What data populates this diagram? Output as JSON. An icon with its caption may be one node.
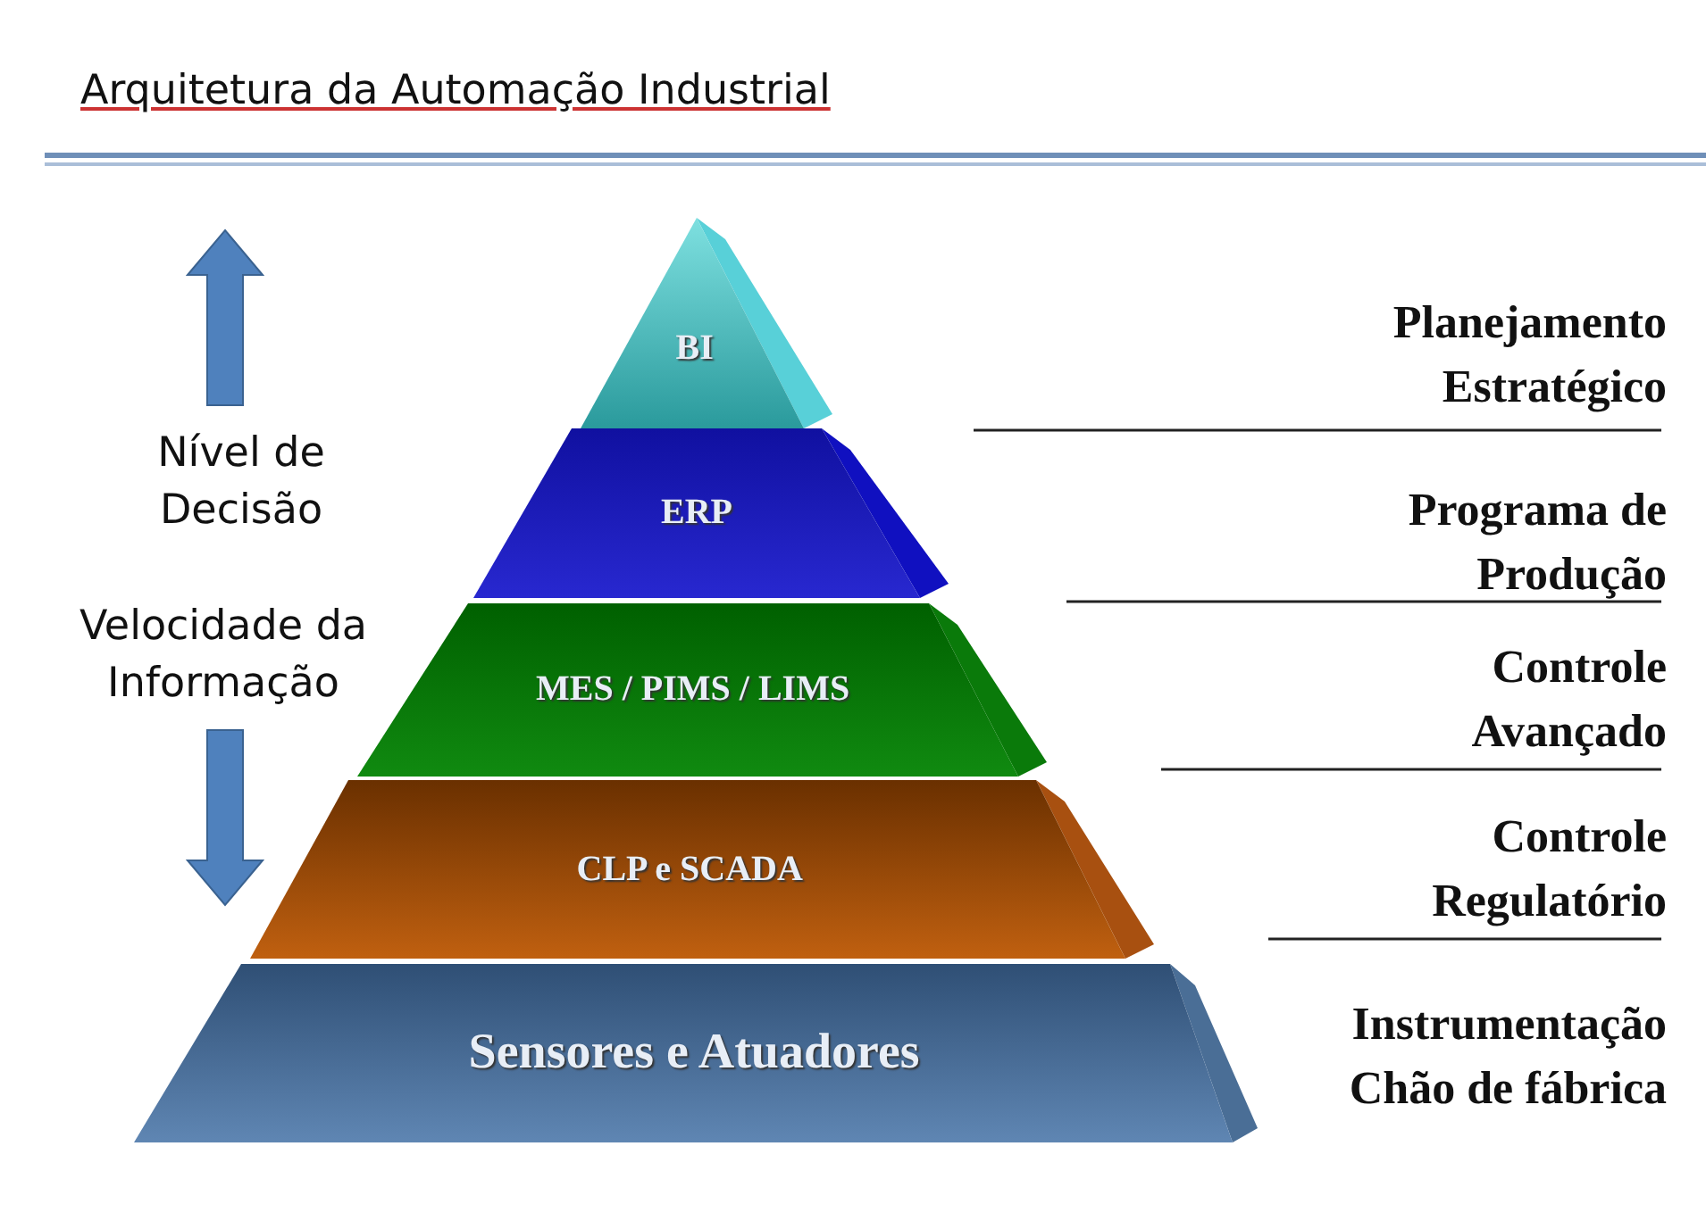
{
  "diagram": {
    "title": "Arquitetura da Automação Industrial",
    "nodes": [
      {
        "text": [
          "BI"
        ]
      },
      {
        "text": [
          "ERP"
        ]
      },
      {
        "text": [
          "MES / PIMS / LIMS"
        ]
      },
      {
        "text": [
          "CLP e SCADA"
        ]
      },
      {
        "text": [
          "Sensores e Atuadores"
        ]
      }
    ],
    "labels": [
      "Planejamento Estratégico",
      "Nível de Decisão",
      "Programa de Produção",
      "Velocidade da Informação",
      "Controle Avançado",
      "Controle Regulatório",
      "Instrumentação Chão de fábrica"
    ]
  }
}
